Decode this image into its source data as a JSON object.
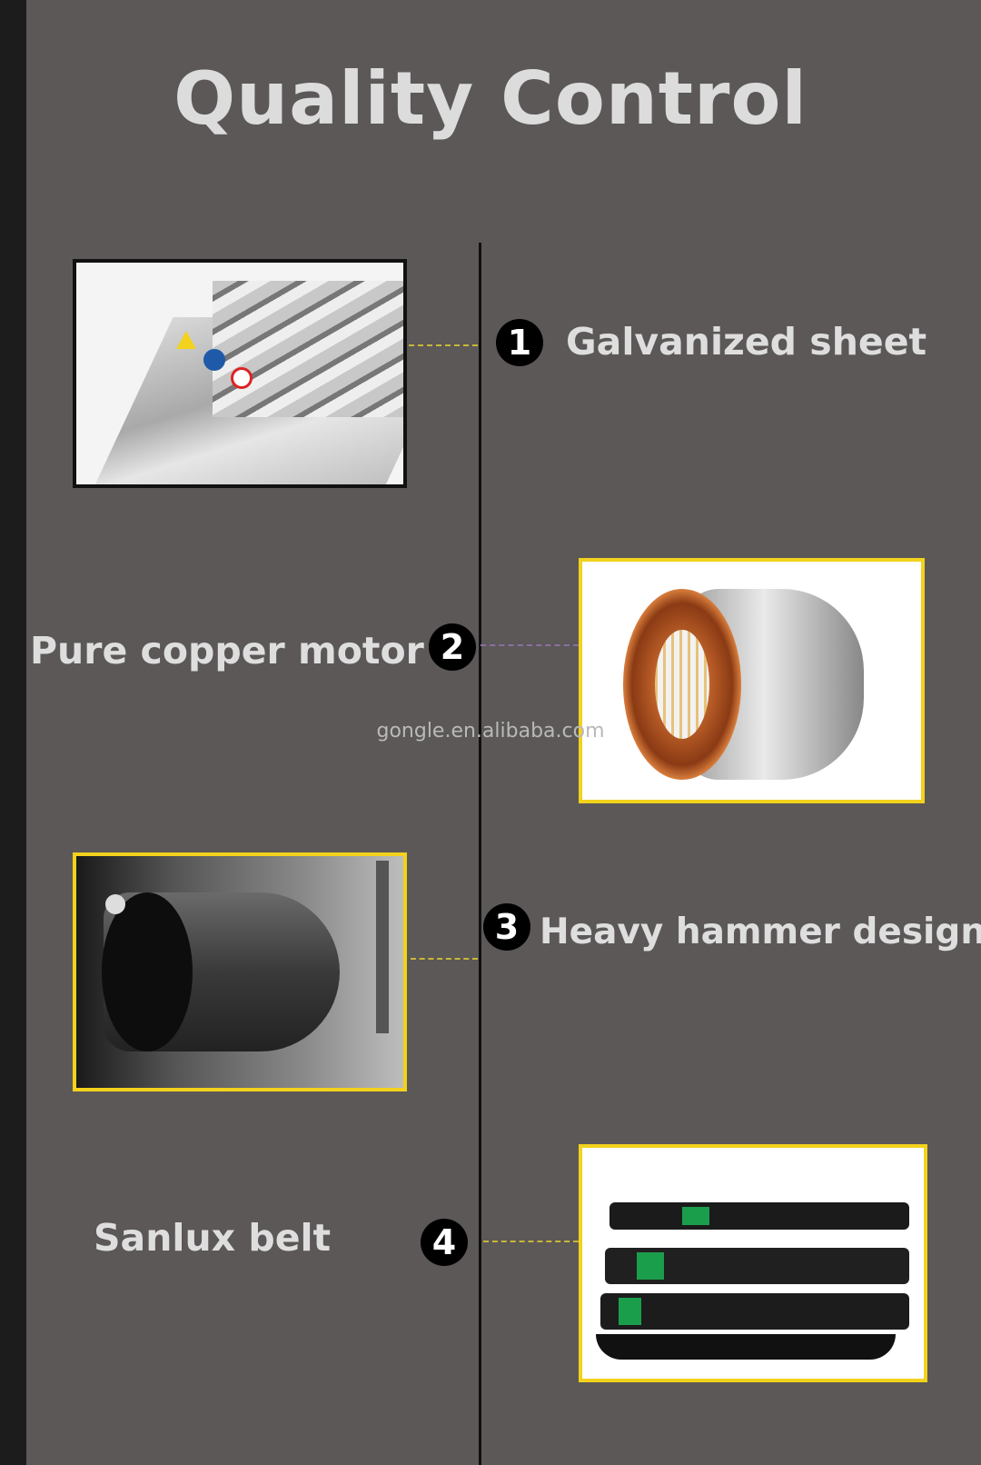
{
  "title": "Quality Control",
  "watermark": "gongle.en.alibaba.com",
  "features": [
    {
      "number": "1",
      "label": "Galvanized sheet"
    },
    {
      "number": "2",
      "label": "Pure copper motor"
    },
    {
      "number": "3",
      "label": "Heavy hammer design"
    },
    {
      "number": "4",
      "label": "Sanlux belt"
    }
  ],
  "colors": {
    "background": "#5b5857",
    "frame_yellow": "#f2d21c",
    "text": "#dedede"
  }
}
